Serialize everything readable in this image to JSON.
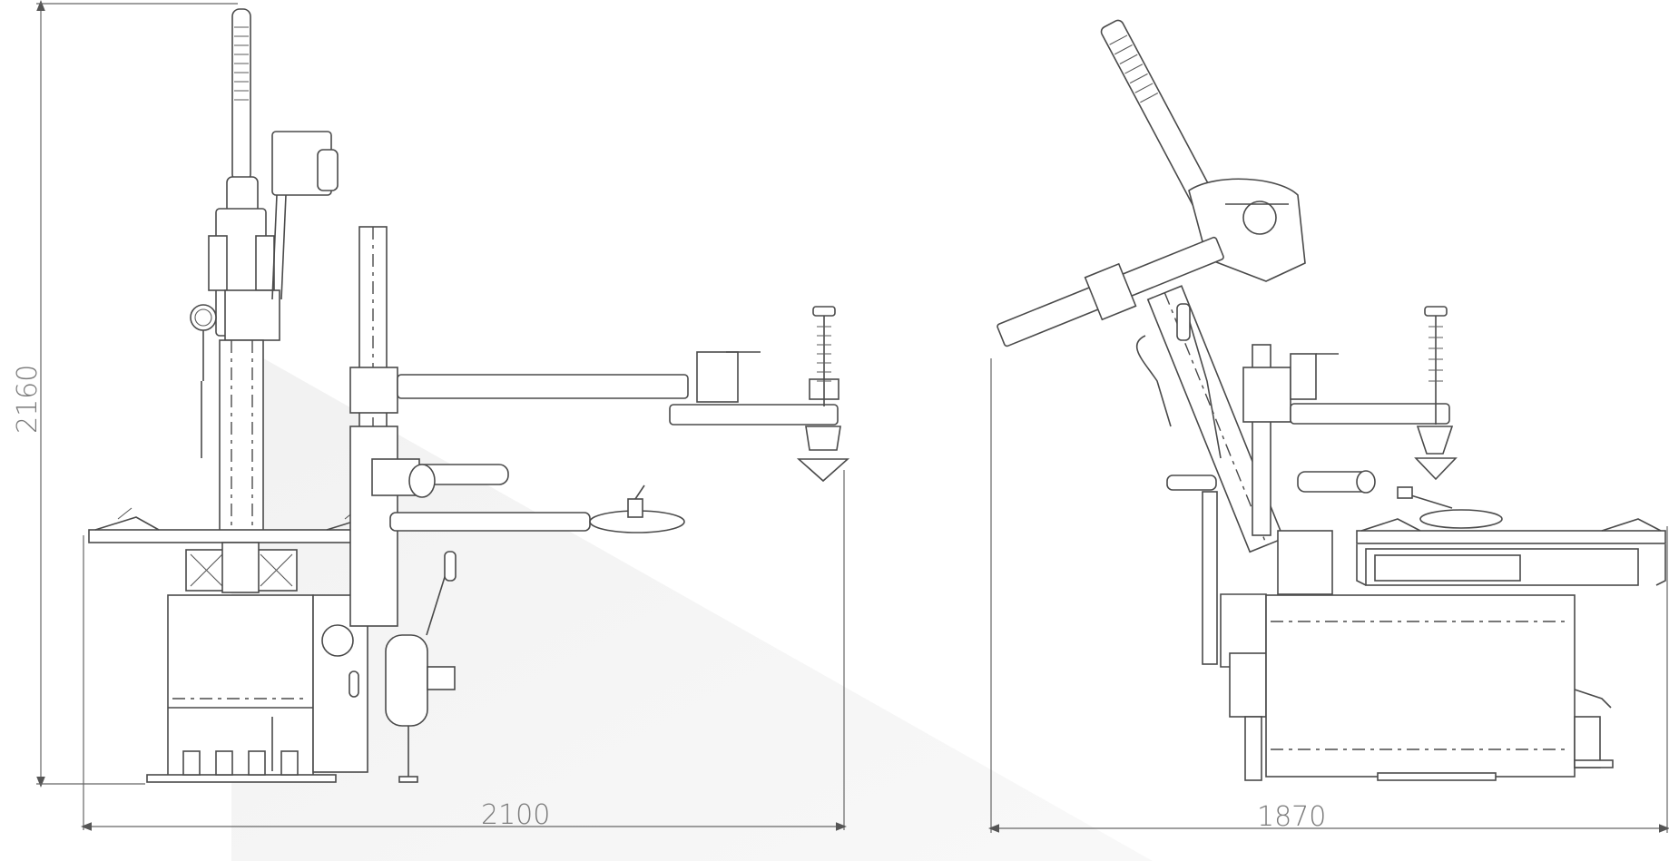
{
  "dimensions": {
    "height_label": "2160",
    "width_front_label": "2100",
    "width_side_label": "1870"
  },
  "views": [
    "front-view",
    "side-view"
  ]
}
